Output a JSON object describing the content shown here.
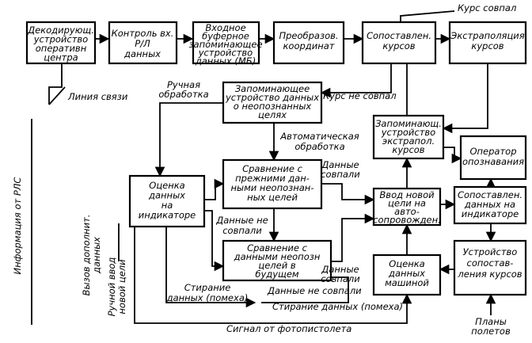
{
  "blocks": {
    "decoder": [
      "Декодирующ.",
      "устройство",
      "оперативн",
      "центра"
    ],
    "rl_control": [
      "Контроль вх.",
      "Р/Л",
      "данных"
    ],
    "buffer": [
      "Входное",
      "буферное",
      "запоминающее",
      "устройство",
      "данных (МБ)"
    ],
    "coord_transform": [
      "Преобразов.",
      "координат"
    ],
    "course_compare": [
      "Сопоставлен.",
      "курсов"
    ],
    "course_extrapolation": [
      "Экстраполяция",
      "курсов"
    ],
    "unidentified_store": [
      "Запоминающее",
      "устройство данных",
      "о неопознанных",
      "целях"
    ],
    "extrap_store": [
      "Запоминающ.",
      "устройство",
      "экстрапол.",
      "курсов"
    ],
    "identification_operator": [
      "Оператор",
      "опознавания"
    ],
    "indicator_eval": [
      "Оценка",
      "данных",
      "на",
      "индикаторе"
    ],
    "compare_prev": [
      "Сравнение с",
      "прежними дан-",
      "ными неопознан-",
      "ных целей"
    ],
    "new_target_input": [
      "Ввод новой",
      "цели на",
      "авто-",
      "сопровожден."
    ],
    "indicator_compare": [
      "Сопоставлен.",
      "данных на",
      "индикаторе"
    ],
    "compare_future": [
      "Сравнение с",
      "данными неопозн",
      "целей в",
      "будущем"
    ],
    "machine_eval": [
      "Оценка",
      "данных",
      "машиной"
    ],
    "course_compare_device": [
      "Устройство",
      "сопостав-",
      "ления курсов"
    ]
  },
  "labels": {
    "course_matched": "Курс совпал",
    "communication_line": "Линия связи",
    "manual_processing": [
      "Ручная",
      "обработка"
    ],
    "course_not_matched": "Курс не совпал",
    "automatic_processing": [
      "Автоматическая",
      "обработка"
    ],
    "data_matched_1": [
      "Данные",
      "совпали"
    ],
    "data_not_matched_1": [
      "Данные не",
      "совпали"
    ],
    "data_matched_2": [
      "Данные",
      "совпали"
    ],
    "data_not_matched_2": "Данные не совпали",
    "erase_data_1": [
      "Стирание",
      "данных (помеха)"
    ],
    "erase_data_2": "Стирание данных (помеха)",
    "photo_pistol_signal": "Сигнал от фотопистолета",
    "flight_plans": [
      "Планы",
      "полетов"
    ],
    "radar_info": "Информация от РЛС",
    "call_additional": [
      "Вызов дополнит.",
      "данных"
    ],
    "manual_input": [
      "Ручной ввод",
      "новой цели"
    ]
  }
}
